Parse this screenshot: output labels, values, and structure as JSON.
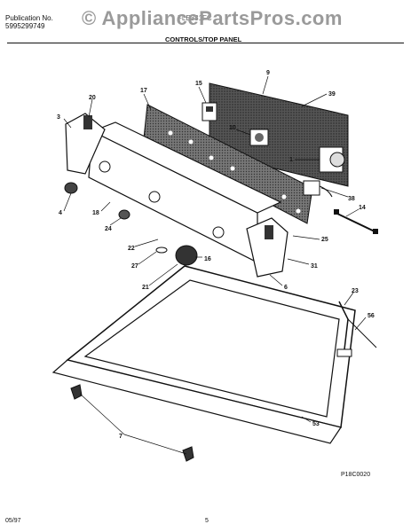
{
  "header": {
    "publication_label": "Publication No.",
    "publication_number": "5995299749",
    "model_code": "FLE331FC",
    "section_title": "CONTROLS/TOP PANEL"
  },
  "watermark": "© AppliancePartsPros.com",
  "callouts": [
    "9",
    "39",
    "20",
    "17",
    "15",
    "3",
    "10",
    "1",
    "38",
    "14",
    "4",
    "18",
    "24",
    "25",
    "22",
    "16",
    "27",
    "31",
    "21",
    "6",
    "23",
    "56",
    "53",
    "7"
  ],
  "footer": {
    "diagram_code": "P18C0020",
    "date": "05/97",
    "page_number": "5"
  }
}
